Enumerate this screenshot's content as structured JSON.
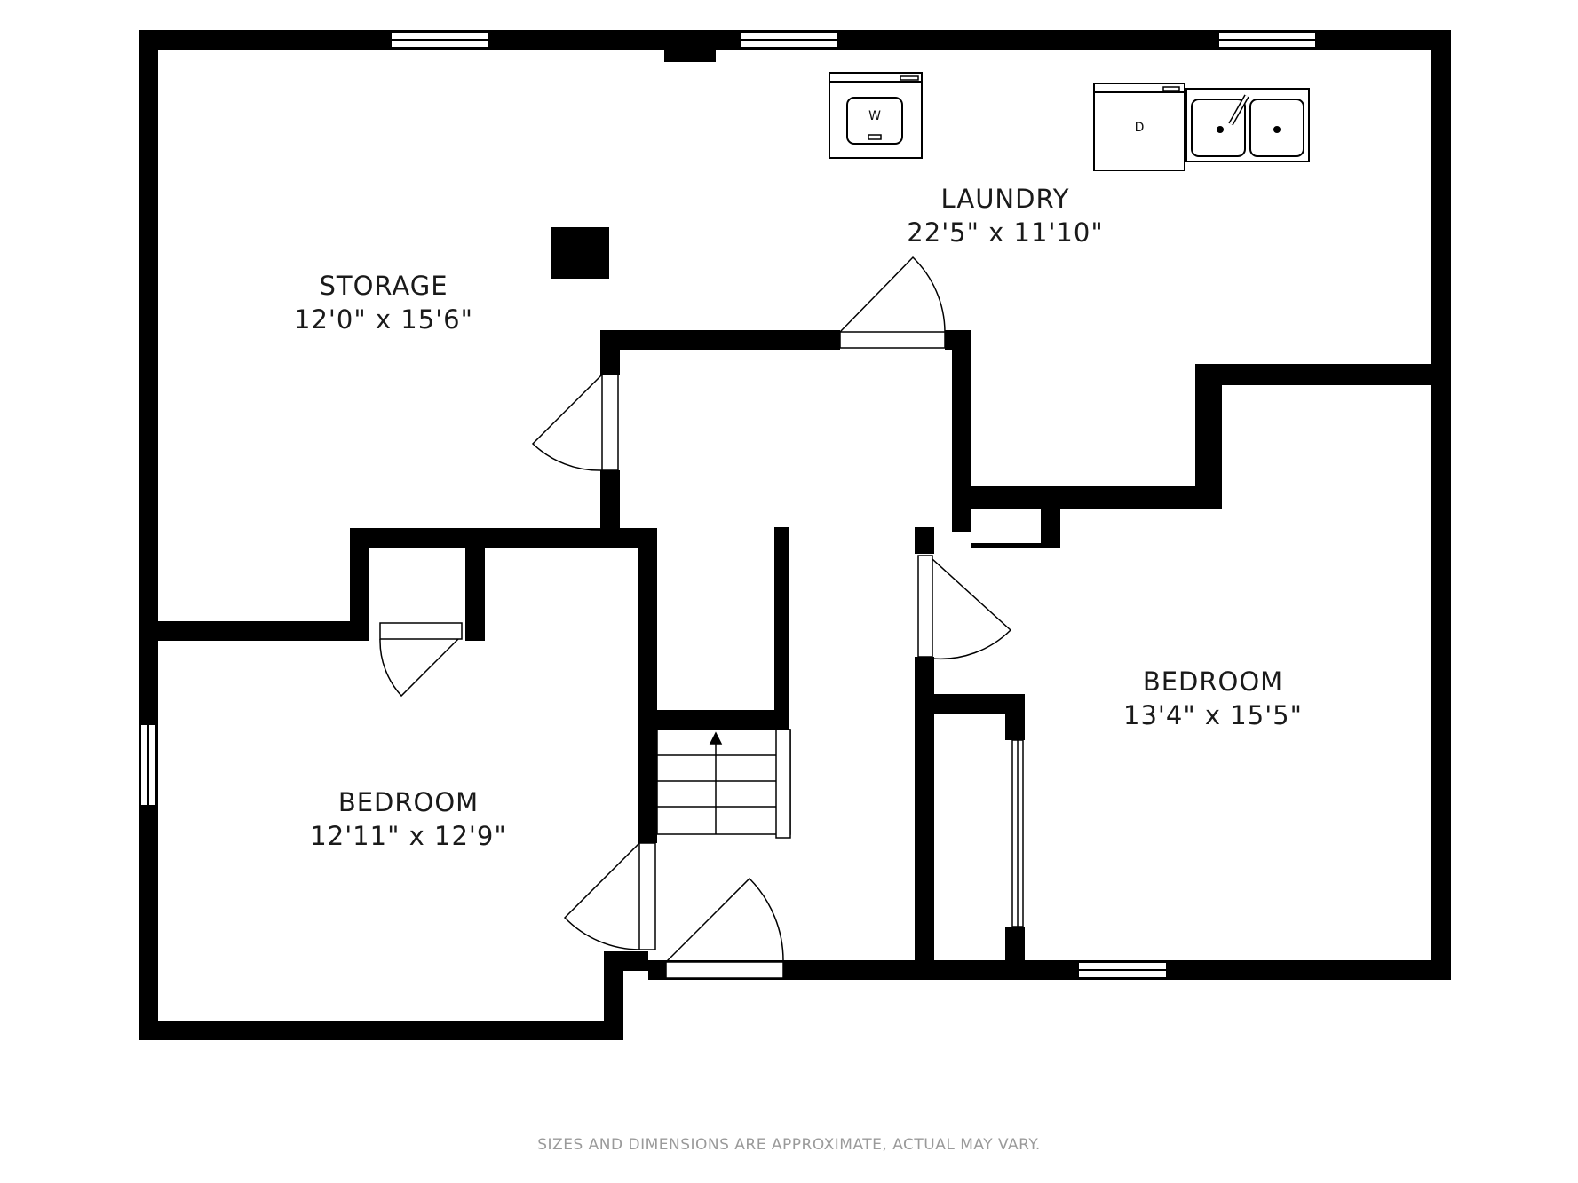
{
  "rooms": [
    {
      "key": "laundry",
      "name": "LAUNDRY",
      "dims": "22'5\" x 11'10\""
    },
    {
      "key": "storage",
      "name": "STORAGE",
      "dims": "12'0\" x 15'6\""
    },
    {
      "key": "bedroom_right",
      "name": "BEDROOM",
      "dims": "13'4\" x 15'5\""
    },
    {
      "key": "bedroom_left",
      "name": "BEDROOM",
      "dims": "12'11\" x 12'9\""
    }
  ],
  "appliances": {
    "washer_label": "W",
    "dryer_label": "D"
  },
  "colors": {
    "wall": "#000000",
    "background": "#ffffff",
    "disclaimer": "#9a9a9a"
  },
  "disclaimer": "SIZES AND DIMENSIONS ARE APPROXIMATE, ACTUAL MAY VARY."
}
